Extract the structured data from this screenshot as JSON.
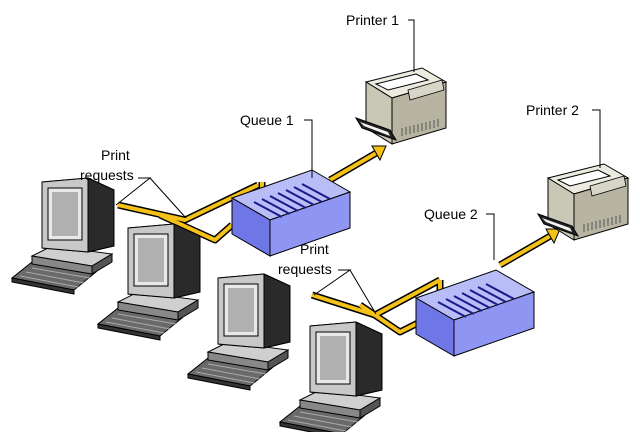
{
  "labels": {
    "printer1": "Printer 1",
    "printer2": "Printer 2",
    "queue1": "Queue 1",
    "queue2": "Queue 2",
    "print_requests_top_line1": "Print",
    "print_requests_top_line2": "requests",
    "print_requests_bottom_line1": "Print",
    "print_requests_bottom_line2": "requests"
  },
  "colors": {
    "queue_fill": "#8f95f3",
    "flow_arrow": "#f3c117",
    "printer_body": "#d8d6c8",
    "computer_body": "#a8a8a8",
    "screen": "#101010"
  },
  "icons": {
    "computer": "desktop-computer-icon",
    "printer": "laser-printer-icon",
    "queue": "print-queue-icon"
  }
}
